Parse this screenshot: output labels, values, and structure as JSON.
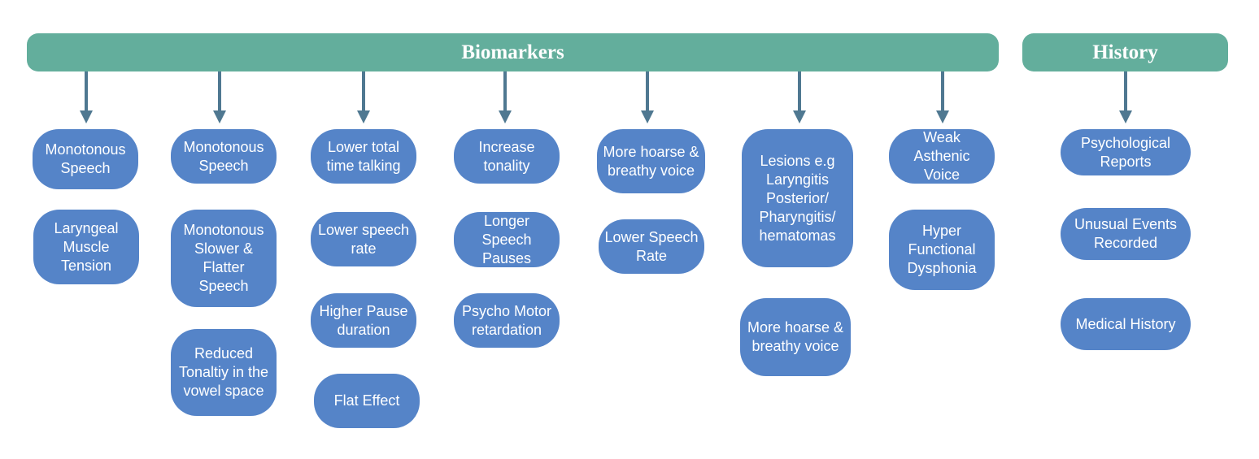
{
  "headers": {
    "biomarkers": "Biomarkers",
    "history": "History"
  },
  "columns": [
    {
      "items": [
        "Monotonous\nSpeech",
        "Laryngeal\nMuscle\nTension"
      ]
    },
    {
      "items": [
        "Monotonous\nSpeech",
        "Monotonous\nSlower &\nFlatter\nSpeech",
        "Reduced\nTonaltiy in the\nvowel space"
      ]
    },
    {
      "items": [
        "Lower total\ntime talking",
        "Lower speech\nrate",
        "Higher Pause\nduration",
        "Flat Effect"
      ]
    },
    {
      "items": [
        "Increase\ntonality",
        "Longer\nSpeech\nPauses",
        "Psycho Motor\nretardation"
      ]
    },
    {
      "items": [
        "More hoarse &\nbreathy voice",
        "Lower Speech\nRate"
      ]
    },
    {
      "items": [
        "Lesions e.g\nLaryngitis\nPosterior/\nPharyngitis/\nhematomas",
        "More hoarse &\nbreathy voice"
      ]
    },
    {
      "items": [
        "Weak\nAsthenic\nVoice",
        "Hyper\nFunctional\nDysphonia"
      ]
    },
    {
      "items": [
        "Psychological\nReports",
        "Unusual Events\nRecorded",
        "Medical History"
      ]
    }
  ],
  "colors": {
    "header": "#63ae9c",
    "node": "#5584c8",
    "arrow": "#4f7891"
  }
}
